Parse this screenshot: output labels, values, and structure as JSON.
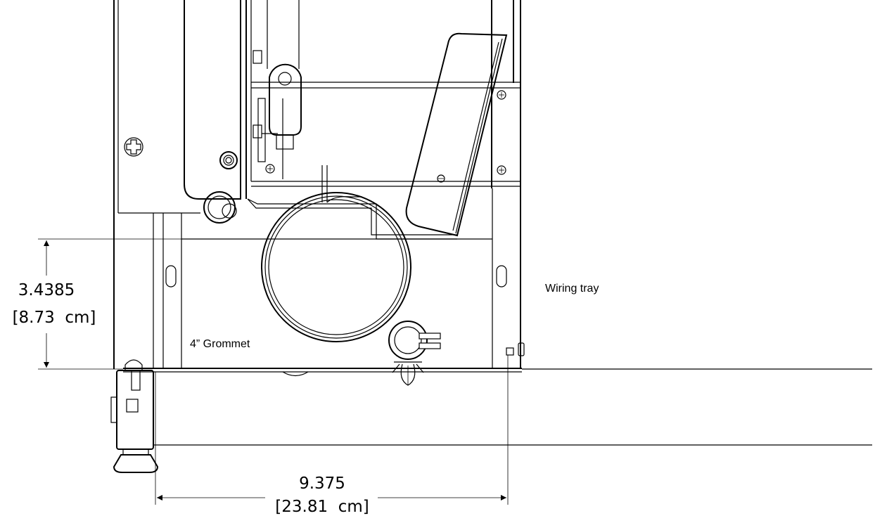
{
  "labels": {
    "wiring_tray": "Wiring tray",
    "grommet": "4” Grommet"
  },
  "dimensions": {
    "height": {
      "value": "3.4385",
      "metric": "[8.73  cm]"
    },
    "width": {
      "value": "9.375",
      "metric": "[23.81  cm]"
    }
  },
  "colors": {
    "line": "#000000",
    "background": "#ffffff"
  }
}
